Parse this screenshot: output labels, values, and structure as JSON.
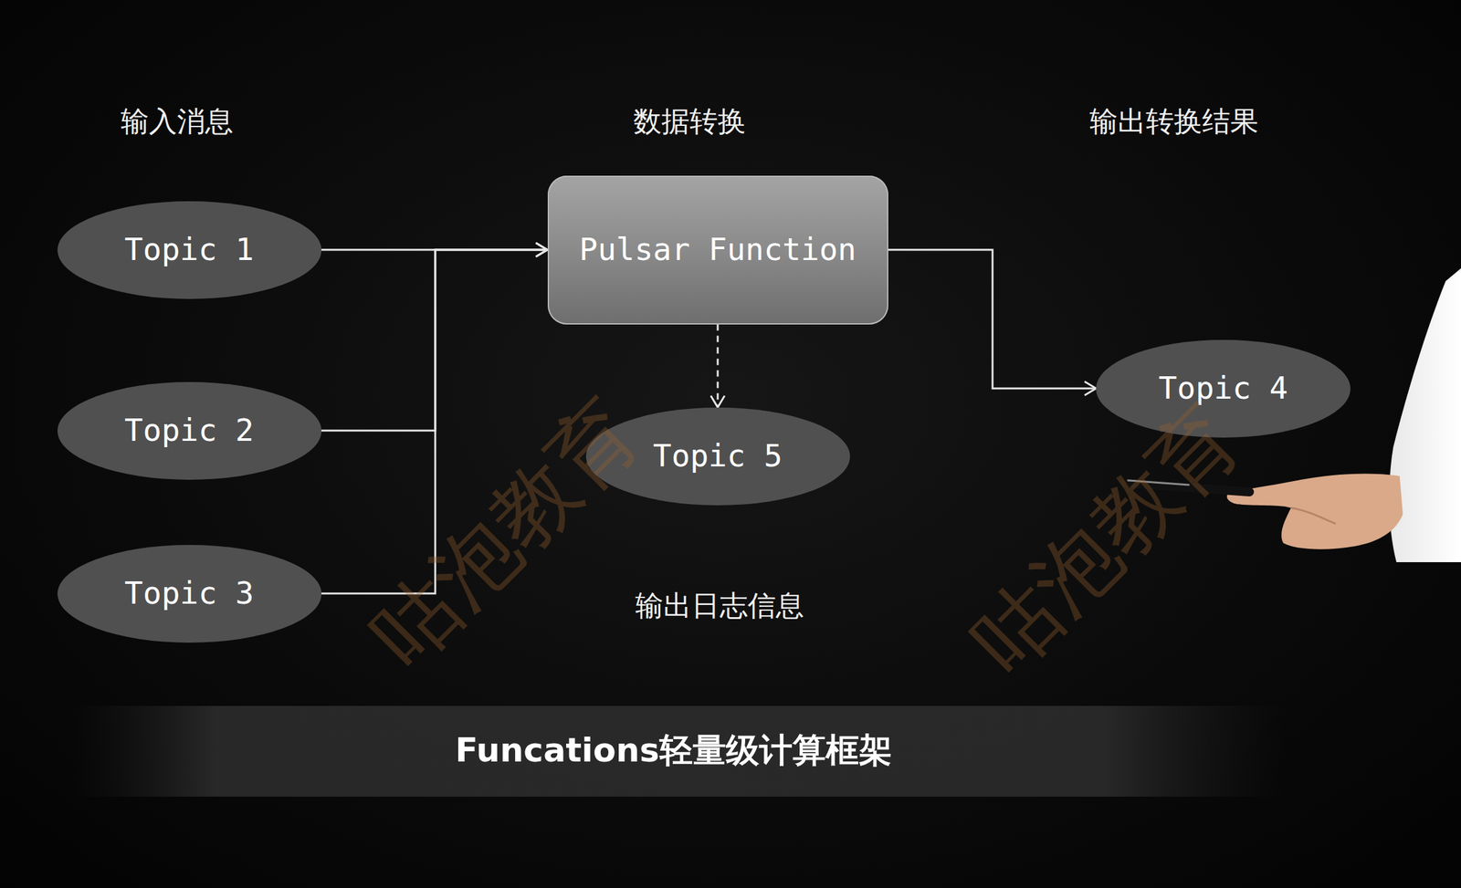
{
  "diagram": {
    "caption": "Funcations轻量级计算框架",
    "nodes": [
      {
        "text": [
          "Topic 1"
        ]
      },
      {
        "text": [
          "Topic 2"
        ]
      },
      {
        "text": [
          "Topic 3"
        ]
      },
      {
        "text": [
          "Pulsar Function"
        ]
      },
      {
        "text": [
          "Topic 5"
        ]
      },
      {
        "text": [
          "Topic 4"
        ]
      }
    ],
    "edges": [
      {
        "from": 0,
        "to": 3,
        "arrow": "to"
      },
      {
        "from": 1,
        "to": 3,
        "arrow": "to"
      },
      {
        "from": 2,
        "to": 3,
        "arrow": "to"
      },
      {
        "from": 3,
        "to": 5,
        "arrow": "to"
      },
      {
        "from": 3,
        "to": 4,
        "arrow": "to"
      }
    ],
    "labels": [
      "输入消息",
      "数据转换",
      "输出转换结果",
      "输出日志信息",
      "咕泡教育",
      "咕泡教育"
    ]
  }
}
